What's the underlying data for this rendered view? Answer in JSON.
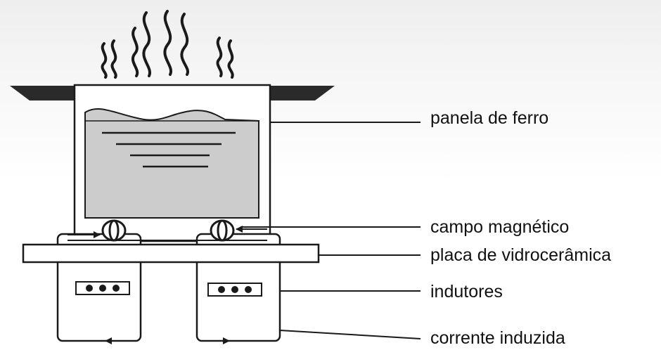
{
  "labels": {
    "pan": "panela de ferro",
    "magnetic_field": "campo magnético",
    "glass_plate": "placa de vidrocerâmica",
    "inductors": "indutores",
    "induced_current": "corrente induzida"
  },
  "colors": {
    "stroke": "#1a1a1a",
    "water": "#cccccc",
    "handle": "#2a2a2a"
  }
}
